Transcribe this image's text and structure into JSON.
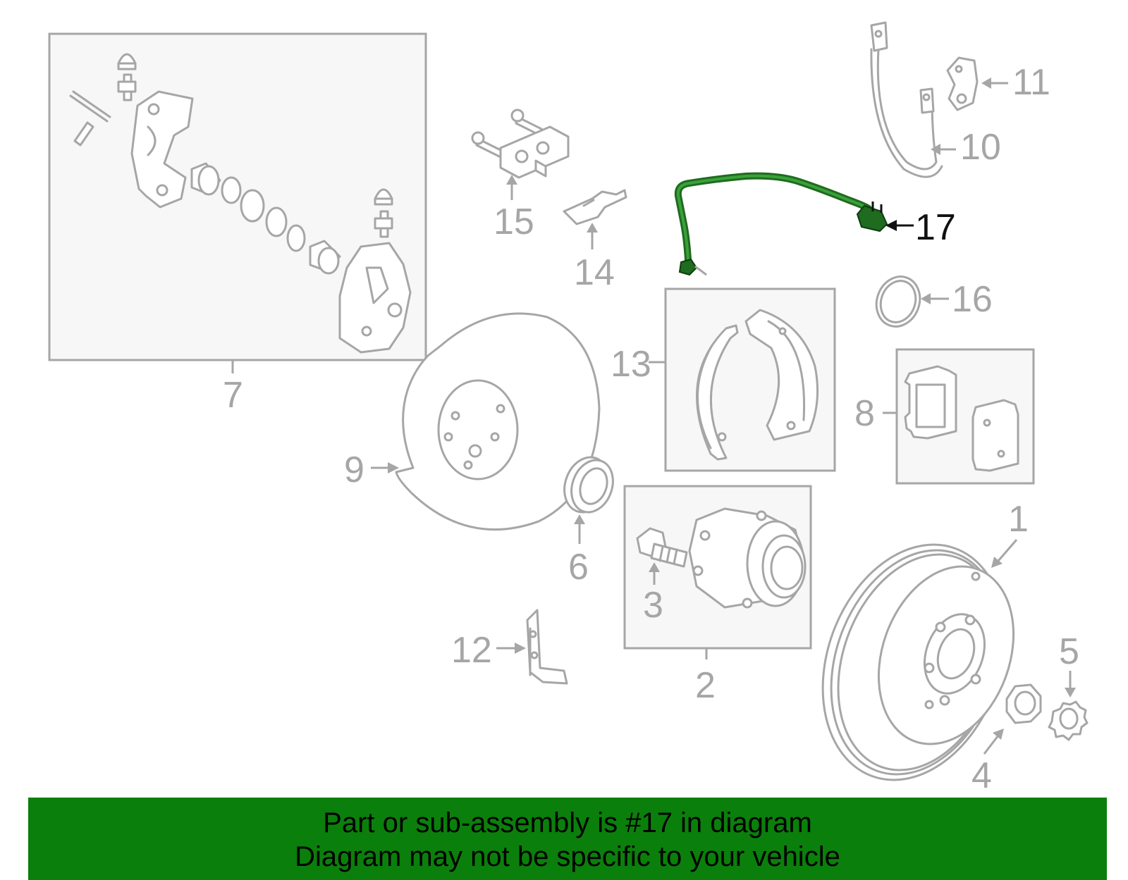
{
  "diagram": {
    "callouts": {
      "c1": "1",
      "c2": "2",
      "c3": "3",
      "c4": "4",
      "c5": "5",
      "c6": "6",
      "c7": "7",
      "c8": "8",
      "c9": "9",
      "c10": "10",
      "c11": "11",
      "c12": "12",
      "c13": "13",
      "c14": "14",
      "c15": "15",
      "c16": "16",
      "c17": "17"
    },
    "highlighted_part": "17",
    "highlight_color": "#1f6b1f"
  },
  "footer": {
    "line1": "Part or sub-assembly is #17 in diagram",
    "line2": "Diagram may not be specific to your vehicle",
    "background": "#0b7f0b"
  }
}
